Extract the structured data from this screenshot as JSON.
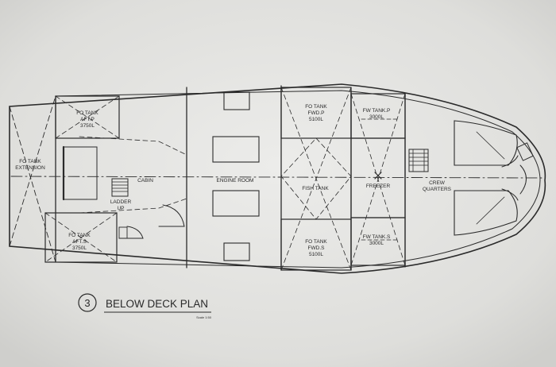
{
  "plan": {
    "labels": {
      "fo_tank_extension": [
        "FO TANK",
        "EXTENSION"
      ],
      "fo_tank_aft_p": [
        "FO TANK",
        "AFT.P",
        "3750L"
      ],
      "fo_tank_aft_s": [
        "FO TANK",
        "AFT.S",
        "3750L"
      ],
      "cabin": "CABIN",
      "ladder": [
        "LADDER",
        "UP"
      ],
      "engine_room": "ENGINE ROOM",
      "fo_tank_fwd_p": [
        "FO TANK",
        "FWD.P",
        "5100L"
      ],
      "fo_tank_fwd_s": [
        "FO TANK",
        "FWD.S",
        "5100L"
      ],
      "fish_tank": "FISH TANK",
      "fw_tank_p": [
        "FW TANK.P",
        "3000L"
      ],
      "fw_tank_s": [
        "FW TANK.S",
        "3000L"
      ],
      "freezer": "FREEZER",
      "crew_quarters": [
        "CREW",
        "QUARTERS"
      ]
    }
  },
  "title_block": {
    "number": "3",
    "title": "BELOW DECK PLAN",
    "scale": "Scale 1:50"
  }
}
